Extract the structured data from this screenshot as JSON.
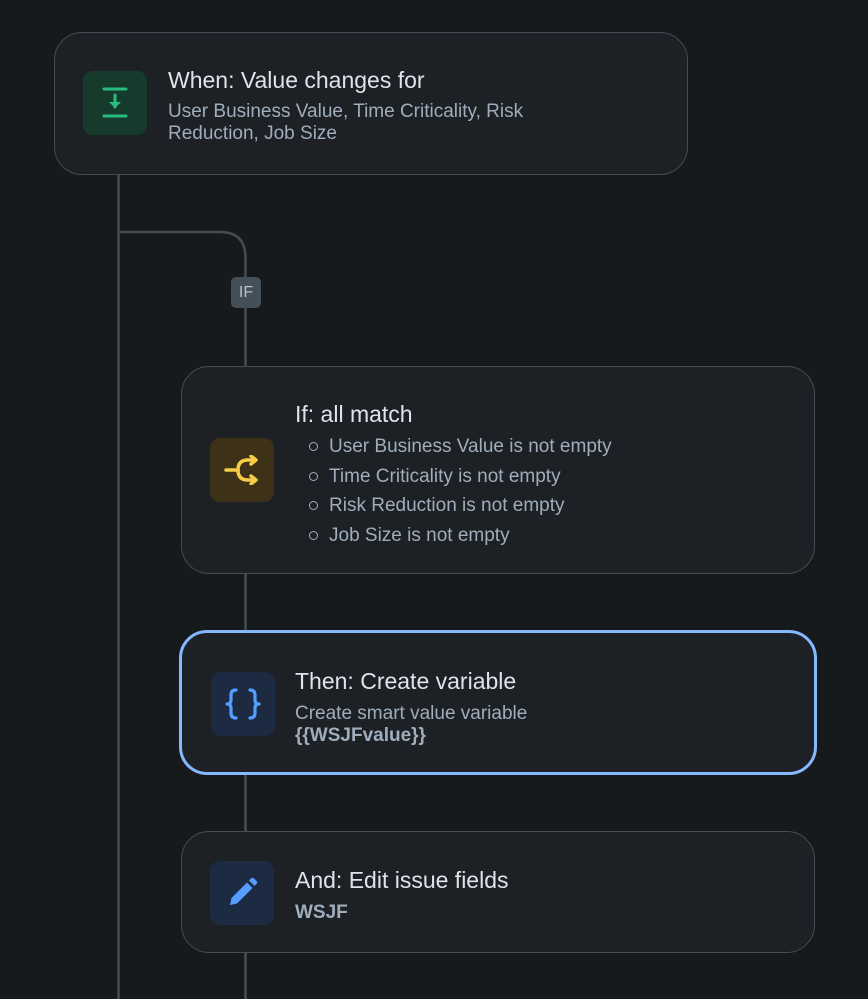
{
  "colors": {
    "background": "#161a1d",
    "card": "#1d2125",
    "card_border": "#454c54",
    "selected_border": "#85b8ff",
    "trigger_accent": "#2abb7f",
    "condition_accent": "#f5cd47",
    "action_accent": "#579dff"
  },
  "trigger": {
    "title": "When: Value changes for",
    "subtitle": "User Business Value, Time Criticality, Risk Reduction, Job Size",
    "icon": "download-icon"
  },
  "branch": {
    "badge": "IF"
  },
  "condition": {
    "title": "If: all match",
    "icon": "branch-merge-icon",
    "items": [
      "User Business Value is not empty",
      "Time Criticality is not empty",
      "Risk Reduction is not empty",
      "Job Size is not empty"
    ]
  },
  "action_variable": {
    "title": "Then: Create variable",
    "subtitle": "Create smart value variable",
    "value": "{{WSJFvalue}}",
    "icon": "curly-braces-icon",
    "selected": true
  },
  "action_edit": {
    "title": "And: Edit issue fields",
    "value": "WSJF",
    "icon": "pencil-icon"
  }
}
